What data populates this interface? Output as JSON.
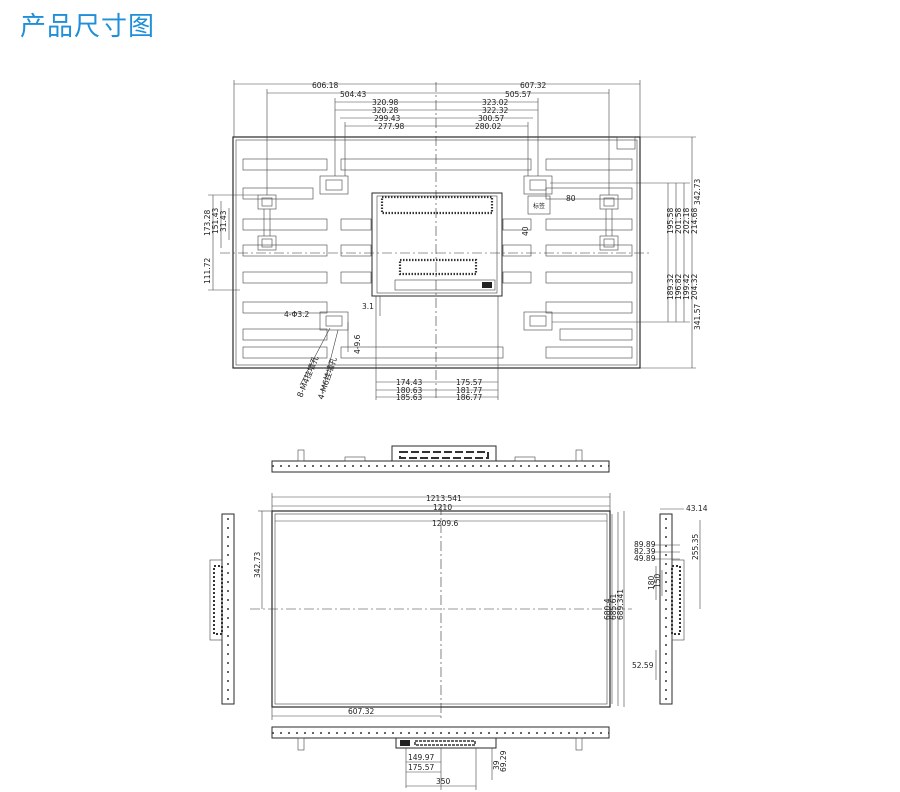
{
  "title": "产品尺寸图",
  "back_view": {
    "top_dims": [
      "606.18",
      "607.32",
      "504.43",
      "505.57",
      "320.98",
      "323.02",
      "320.28",
      "322.32",
      "299.43",
      "300.57",
      "277.98",
      "280.02"
    ],
    "left_dims": [
      "173.28",
      "151.43",
      "111.72"
    ],
    "left_small": "31.43",
    "right_dims_upper": [
      "195.58",
      "201.58",
      "202.18",
      "214.68"
    ],
    "right_dims_lower": [
      "189.32",
      "196.82",
      "199.42",
      "204.32"
    ],
    "right_total_upper": "342.73",
    "right_total_lower": "341.57",
    "inner_80": "80",
    "inner_40": "40",
    "inner_logo": "标签",
    "holes_label": "4-Φ3.2",
    "small_label": "3.1",
    "label_9_6": "4-9.6",
    "m4_label": "8-M4挂墙孔",
    "m6_label": "4-M6挂墙孔",
    "bottom_dims_left": [
      "174.43",
      "180.63",
      "185.63"
    ],
    "bottom_dims_right": [
      "175.57",
      "181.77",
      "186.77"
    ]
  },
  "front_view": {
    "width_total": "1213.541",
    "width_inner": "1210",
    "width_display": "1209.6",
    "left_height": "342.73",
    "right_height_inner": "680.4",
    "right_height_a": "685.61",
    "right_height_b": "689.341",
    "bottom_half": "607.32"
  },
  "side_view": {
    "depth": "43.14",
    "dims": [
      "89.89",
      "82.39",
      "49.89"
    ],
    "vert_a": "180",
    "vert_b": "150",
    "vert_right": "255.35",
    "lower": "52.59"
  },
  "bottom_view": {
    "d1": "149.97",
    "d2": "175.57",
    "d3": "350",
    "d4": "39",
    "d5": "69.29"
  }
}
